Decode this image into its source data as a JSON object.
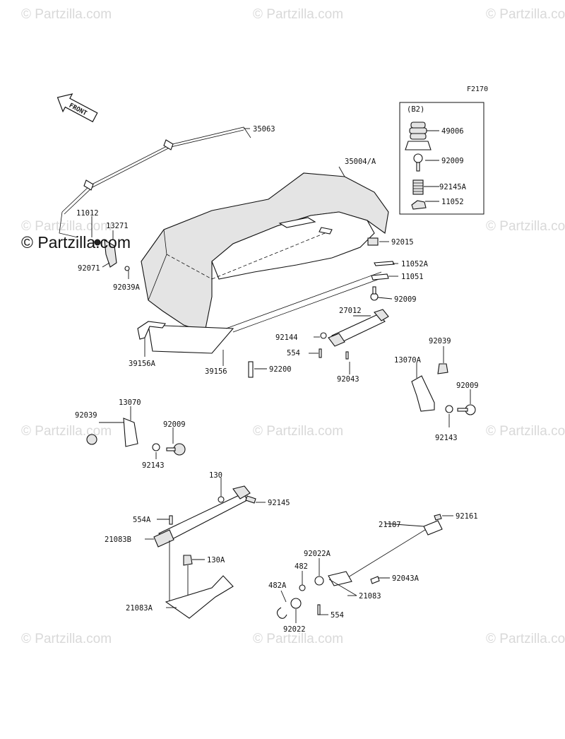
{
  "diagram_code": "F2170",
  "watermark": {
    "text": "© Partzilla.com",
    "prominent_text": "© Partzilla.com"
  },
  "front_arrow_label": "FRONT",
  "inset_box": {
    "title": "(B2)"
  },
  "callouts": [
    {
      "id": "35063"
    },
    {
      "id": "35004/A"
    },
    {
      "id": "11012"
    },
    {
      "id": "13271"
    },
    {
      "id": "92071"
    },
    {
      "id": "92039A"
    },
    {
      "id": "92015"
    },
    {
      "id": "11052A"
    },
    {
      "id": "11051"
    },
    {
      "id": "92009"
    },
    {
      "id": "27012"
    },
    {
      "id": "92144"
    },
    {
      "id": "554"
    },
    {
      "id": "92043"
    },
    {
      "id": "39156A"
    },
    {
      "id": "39156"
    },
    {
      "id": "92200"
    },
    {
      "id": "49006"
    },
    {
      "id": "92009"
    },
    {
      "id": "92145A"
    },
    {
      "id": "11052"
    },
    {
      "id": "92039"
    },
    {
      "id": "13070A"
    },
    {
      "id": "92009"
    },
    {
      "id": "92143"
    },
    {
      "id": "92039"
    },
    {
      "id": "13070"
    },
    {
      "id": "92009"
    },
    {
      "id": "92143"
    },
    {
      "id": "130"
    },
    {
      "id": "92145"
    },
    {
      "id": "554A"
    },
    {
      "id": "21083B"
    },
    {
      "id": "130A"
    },
    {
      "id": "21083A"
    },
    {
      "id": "21187"
    },
    {
      "id": "92161"
    },
    {
      "id": "92022A"
    },
    {
      "id": "482"
    },
    {
      "id": "92043A"
    },
    {
      "id": "482A"
    },
    {
      "id": "21083"
    },
    {
      "id": "92022"
    },
    {
      "id": "554"
    }
  ]
}
